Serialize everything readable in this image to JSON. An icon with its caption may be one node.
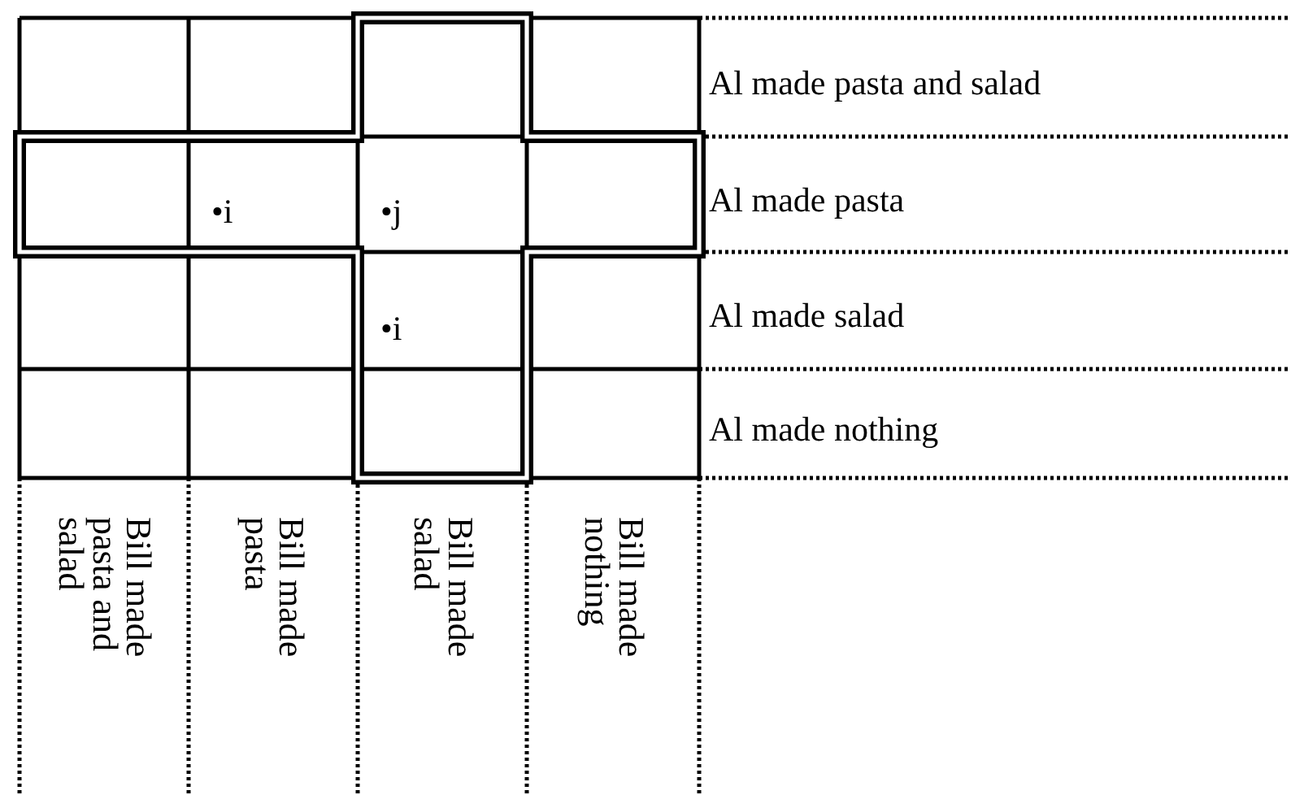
{
  "diagram": {
    "labels": [
      "Al made pasta and salad",
      "•i",
      "•j",
      "Al made pasta",
      "•i",
      "Al made salad",
      "Al made nothing",
      "Bill made pasta and salad",
      "Bill made pasta",
      "Bill made salad",
      "Bill made nothing"
    ]
  }
}
